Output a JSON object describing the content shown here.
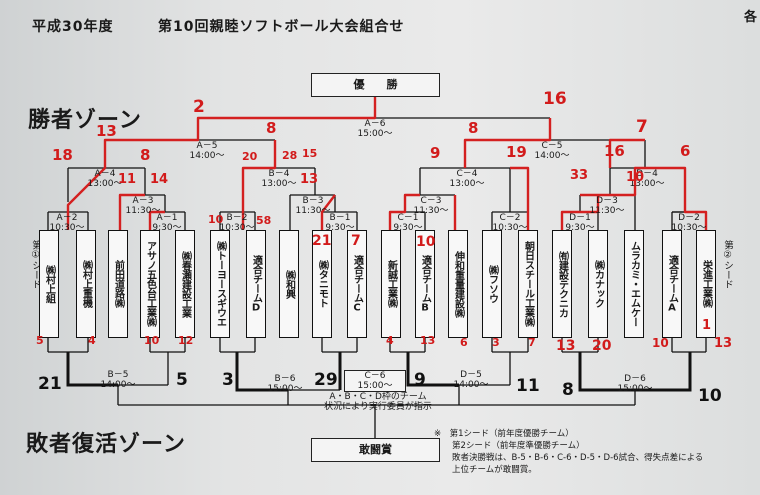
{
  "header": {
    "year": "平成30年度",
    "title": "第10回親睦ソフトボール大会組合せ",
    "edge": "各"
  },
  "zones": {
    "winner": "勝者ゾーン",
    "loser": "敗者復活ゾーン"
  },
  "final": {
    "label": "優　　勝",
    "game": "A－6",
    "time": "15:00～"
  },
  "consolation": {
    "label": "敢闘賞"
  },
  "games": {
    "a5": {
      "name": "A－5",
      "time": "14:00～"
    },
    "c5": {
      "name": "C－5",
      "time": "14:00～"
    },
    "a4": {
      "name": "A－4",
      "time": "13:00～"
    },
    "b4": {
      "name": "B－4",
      "time": "13:00～"
    },
    "c4": {
      "name": "C－4",
      "time": "13:00～"
    },
    "d4": {
      "name": "D－4",
      "time": "13:00～"
    },
    "a3": {
      "name": "A－3",
      "time": "11:30～"
    },
    "b3": {
      "name": "B－3",
      "time": "11:30～"
    },
    "c3": {
      "name": "C－3",
      "time": "11:30～"
    },
    "d3": {
      "name": "D－3",
      "time": "11:30～"
    },
    "a2": {
      "name": "A－2",
      "time": "10:30～"
    },
    "a1": {
      "name": "A－1",
      "time": "9:30～"
    },
    "b2": {
      "name": "B－2",
      "time": "10:30～"
    },
    "b1": {
      "name": "B－1",
      "time": "9:30～"
    },
    "c1": {
      "name": "C－1",
      "time": "9:30～"
    },
    "c2": {
      "name": "C－2",
      "time": "10:30～"
    },
    "d1": {
      "name": "D－1",
      "time": "9:30～"
    },
    "d2": {
      "name": "D－2",
      "time": "10:30～"
    },
    "b5": {
      "name": "B－5",
      "time": "14:00～"
    },
    "b6": {
      "name": "B－6",
      "time": "15:00～"
    },
    "c6": {
      "name": "C－6",
      "time": "15:00～"
    },
    "d5": {
      "name": "D－5",
      "time": "14:00～"
    },
    "d6": {
      "name": "D－6",
      "time": "15:00～"
    }
  },
  "c6_note": {
    "line1": "A・B・C・D枠のチーム",
    "line2": "状況により実行委員が指示"
  },
  "seeds": {
    "left": "第①シード",
    "right": "第②シード"
  },
  "teams": [
    "㈱村上組",
    "㈱村上重機",
    "前田道路㈱",
    "アサノ五色台工業㈱",
    "㈱春瀬建設工業",
    "㈱トーヨースギウエ",
    "適合チームD",
    "㈱和興",
    "㈱タニモト",
    "適合チームC",
    "新誠工業㈱",
    "適合チームB",
    "伸和重量建設㈱",
    "㈱フソウ",
    "朝日スチール工業㈱",
    "㈲建設テクニカ",
    "㈱カナック",
    "ムラカミ・エムケー",
    "適合チームA",
    "栄進工業㈱"
  ],
  "scores_red": {
    "s1": "2",
    "s2": "16",
    "s3": "13",
    "s4": "8",
    "s5": "8",
    "s6": "7",
    "s7": "18",
    "s8": "8",
    "s9": "20",
    "s10": "28",
    "s11": "15",
    "s12": "9",
    "s13": "19",
    "s14": "16",
    "s15": "6",
    "s16": "11",
    "s17": "14",
    "s18": "13",
    "s19": "33",
    "s20": "10",
    "s21": "10",
    "s22": "58",
    "s23": "21",
    "s24": "7",
    "s25": "10",
    "s26": "5",
    "s27": "4",
    "s28": "10",
    "s29": "12",
    "s30": "4",
    "s31": "13",
    "s32": "13",
    "s33": "20",
    "s34": "10",
    "s35": "1",
    "s36": "13",
    "s37": "7",
    "s38": "3",
    "s39": "6"
  },
  "scores_black": {
    "b1": "21",
    "b2": "5",
    "b3": "3",
    "b4": "29",
    "b5": "9",
    "b6": "11",
    "b7": "8",
    "b8": "10"
  },
  "notes": {
    "line1": "※　第1シード（前年度優勝チーム）",
    "line2": "第2シード（前年度準優勝チーム）",
    "line3": "敗者決勝戦は、B-5・B-6・C-6・D-5・D-6試合、得失点差による",
    "line4": "上位チームが敢闘賞。"
  }
}
